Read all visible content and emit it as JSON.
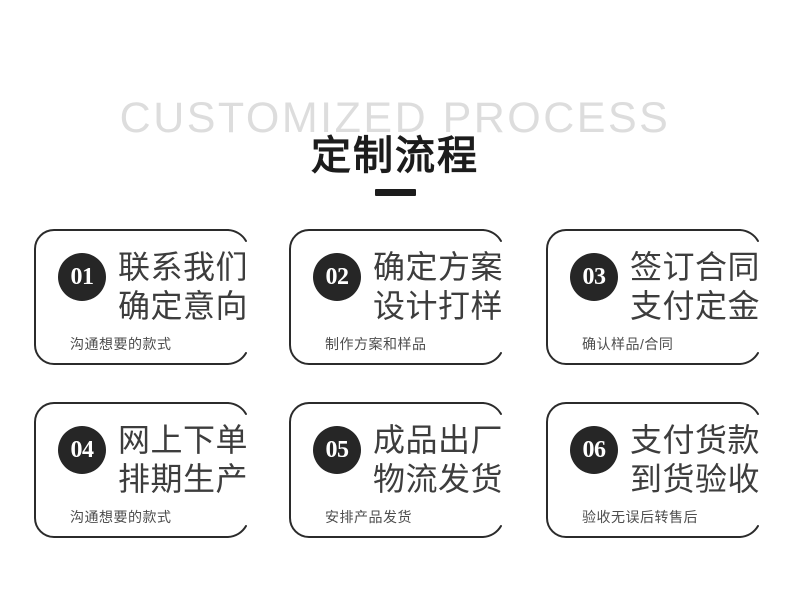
{
  "header": {
    "english_title": "CUSTOMIZED PROCESS",
    "chinese_title": "定制流程",
    "divider": "dash"
  },
  "colors": {
    "background": "#ffffff",
    "english_title": "#dddddd",
    "chinese_title": "#1c1c1c",
    "badge_fill": "#262626",
    "badge_text": "#ffffff",
    "card_border": "#2b2b2b",
    "card_title": "#3d3d3d",
    "card_subtitle": "#4d4d4d"
  },
  "steps": [
    {
      "number": "01",
      "title_line1": "联系我们",
      "title_line2": "确定意向",
      "subtitle": "沟通想要的款式"
    },
    {
      "number": "02",
      "title_line1": "确定方案",
      "title_line2": "设计打样",
      "subtitle": "制作方案和样品"
    },
    {
      "number": "03",
      "title_line1": "签订合同",
      "title_line2": "支付定金",
      "subtitle": "确认样品/合同"
    },
    {
      "number": "04",
      "title_line1": "网上下单",
      "title_line2": "排期生产",
      "subtitle": "沟通想要的款式"
    },
    {
      "number": "05",
      "title_line1": "成品出厂",
      "title_line2": "物流发货",
      "subtitle": "安排产品发货"
    },
    {
      "number": "06",
      "title_line1": "支付货款",
      "title_line2": "到货验收",
      "subtitle": "验收无误后转售后"
    }
  ]
}
